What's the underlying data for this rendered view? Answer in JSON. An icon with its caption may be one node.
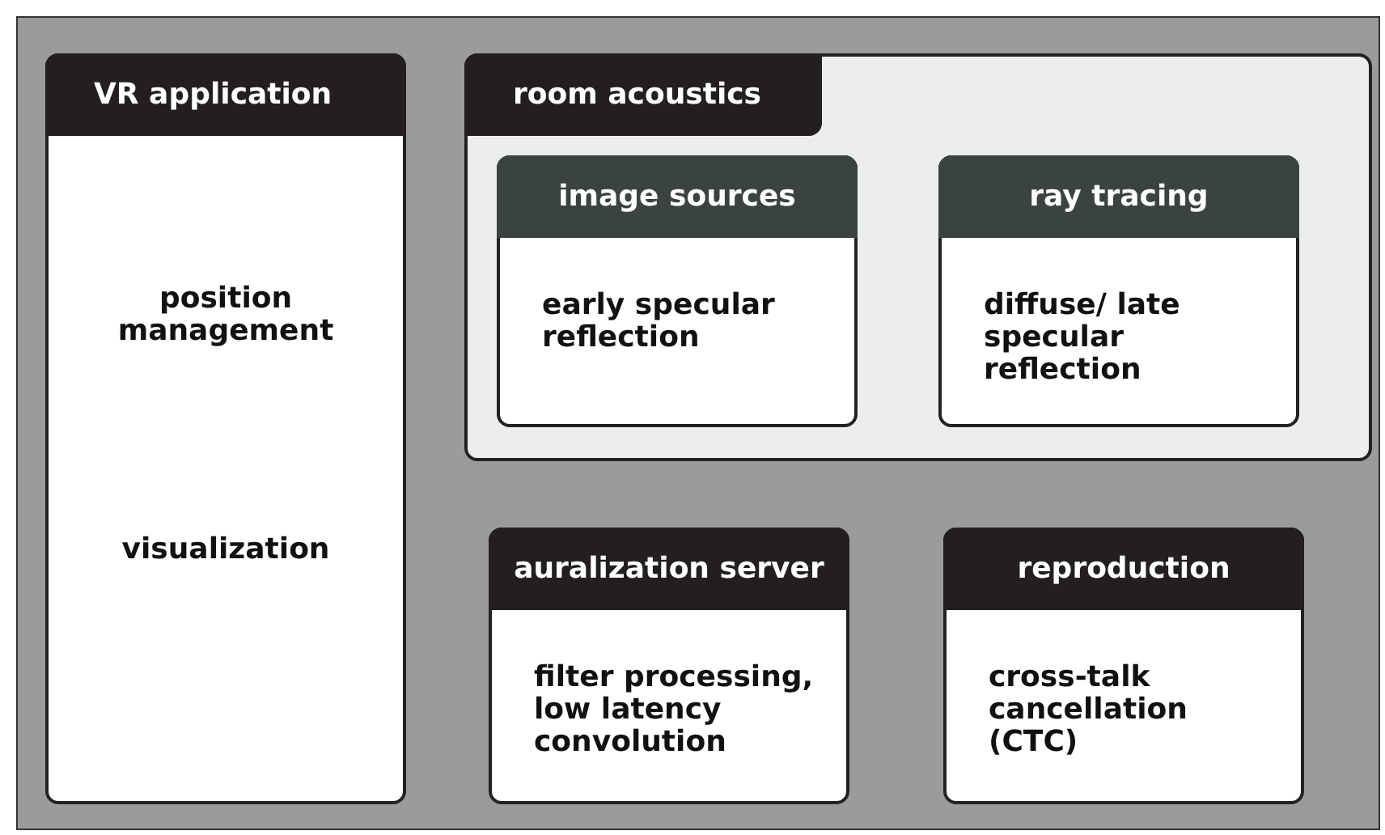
{
  "diagram": {
    "nodes": [
      {
        "text": [
          "VR application",
          "position management",
          "visualization"
        ]
      },
      {
        "text": [
          "room acoustics"
        ]
      },
      {
        "text": [
          "image sources",
          "early specular reflection"
        ],
        "in": 1
      },
      {
        "text": [
          "ray tracing",
          "diffuse/ late specular reflection"
        ],
        "in": 1
      },
      {
        "text": [
          "auralization server",
          "filter processing, low latency convolution"
        ]
      },
      {
        "text": [
          "reproduction",
          "cross-talk cancellation (CTC)"
        ]
      }
    ],
    "edges": []
  }
}
